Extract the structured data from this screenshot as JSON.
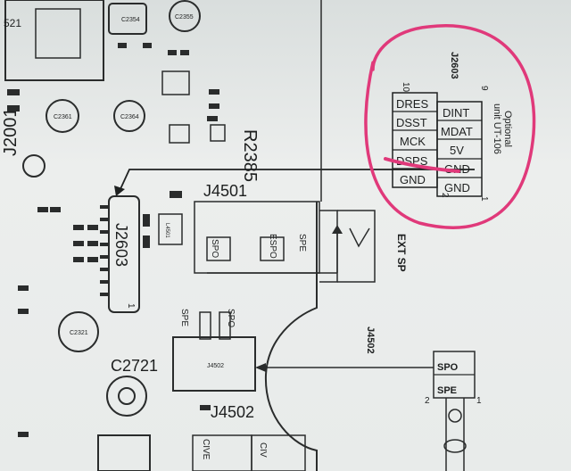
{
  "connector": {
    "ref": "J2603",
    "pin_left_label": "10",
    "pin_right_label": "9",
    "pin_bottom_right": "1",
    "pin_bottom_left": "2",
    "left_pins": [
      "DRES",
      "DSST",
      "MCK",
      "DSPS",
      "GND"
    ],
    "right_pins": [
      "DINT",
      "MDAT",
      "5V",
      "GND",
      "GND"
    ],
    "note_line1": "Optional",
    "note_line2": "unit UT-106"
  },
  "board": {
    "j4501": "J4501",
    "j2603_silk": "J2603",
    "j2603_pin1": "1",
    "j4502": "J4502",
    "j4502_chip": "J4502",
    "j2001": "J2001",
    "r2385": "R2385",
    "c2721": "C2721",
    "c2354": "C2354",
    "c2355": "C2355",
    "c2361": "C2361",
    "c2364": "C2364",
    "c2321": "C2321",
    "l4501": "L4501",
    "ext_sp": "EXT SP",
    "spo": "SPO",
    "espo": "ESPO",
    "spe": "SPE",
    "j4502_spe": "SPE",
    "j4502_spo": "SPO",
    "civ1": "CIVE",
    "civ2": "CIV",
    "num_521": "521"
  },
  "j4502_header": {
    "ref": "J4502",
    "pins": [
      "SPO",
      "SPE"
    ],
    "pin1": "1",
    "pin2": "2"
  },
  "colors": {
    "ink": "#1d1f1f",
    "highlight": "#e0397a",
    "paper": "#e8ebea"
  }
}
